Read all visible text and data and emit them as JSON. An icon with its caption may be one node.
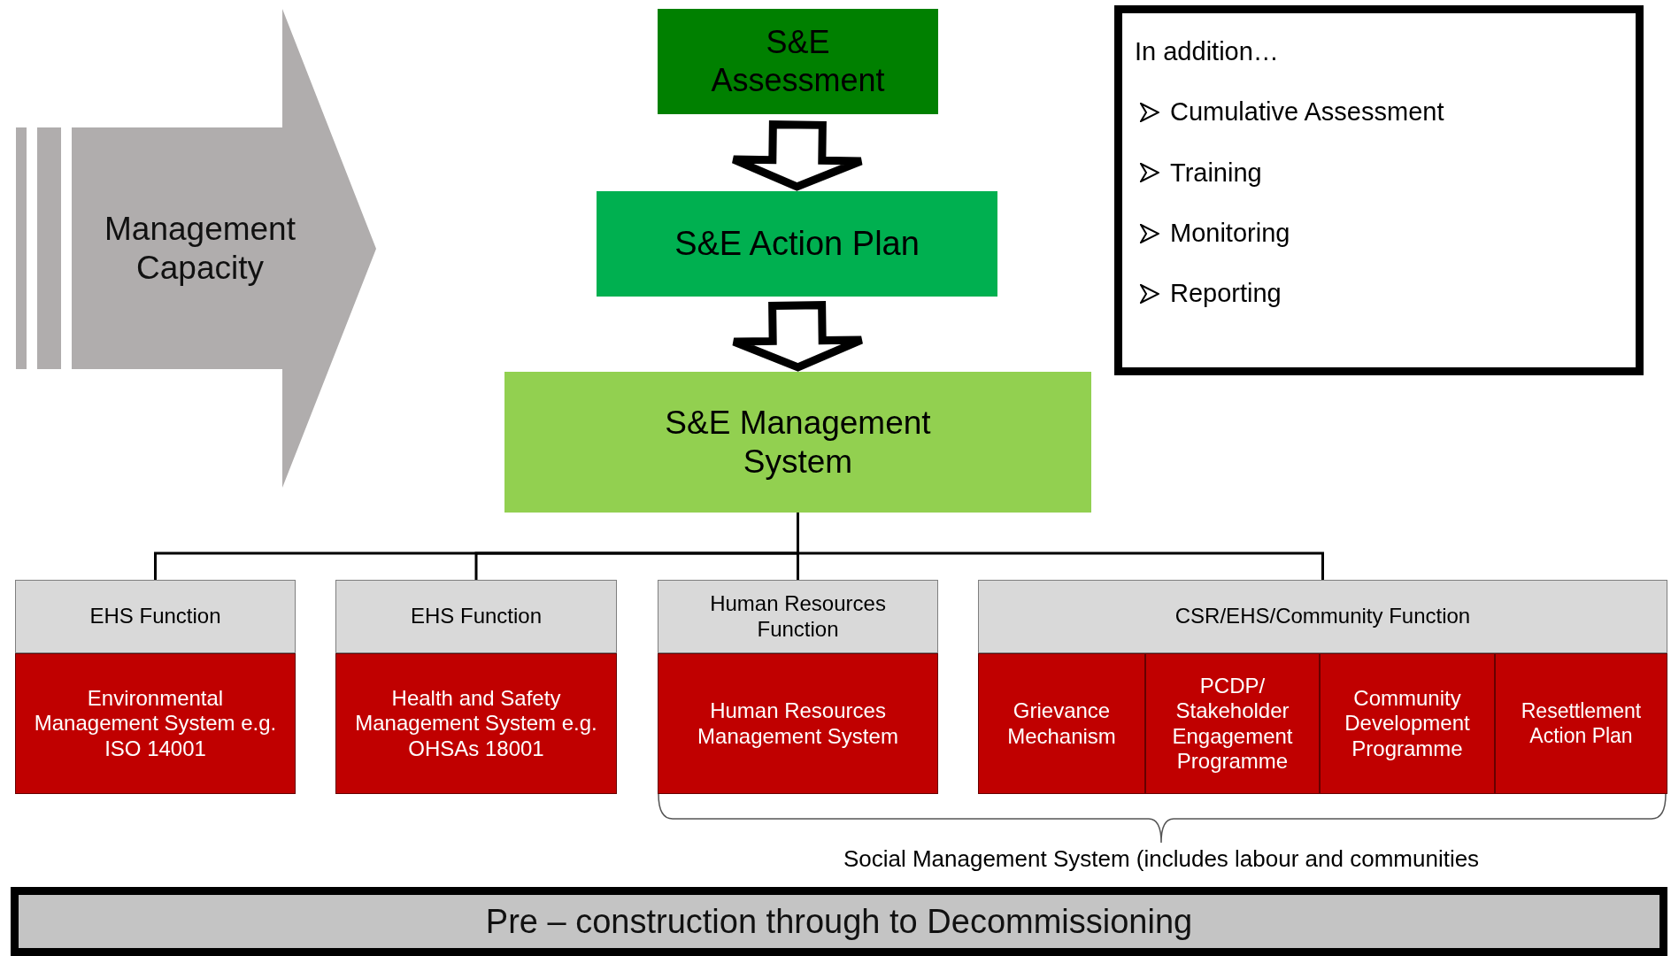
{
  "diagram": {
    "nodes": [
      {
        "text": [
          "Management Capacity"
        ]
      },
      {
        "text": [
          "S&E Assessment"
        ]
      },
      {
        "text": [
          "S&E Action Plan"
        ]
      },
      {
        "text": [
          "S&E Management System"
        ]
      },
      {
        "text": [
          "In addition…",
          "Cumulative Assessment",
          "Training",
          "Monitoring",
          "Reporting"
        ]
      },
      {
        "text": [
          "EHS Function"
        ]
      },
      {
        "text": [
          "Environmental Management System e.g. ISO 14001"
        ]
      },
      {
        "text": [
          "EHS Function"
        ]
      },
      {
        "text": [
          "Health and Safety Management System e.g. OHSAs 18001"
        ]
      },
      {
        "text": [
          "Human Resources Function"
        ]
      },
      {
        "text": [
          "Human Resources Management System"
        ]
      },
      {
        "text": [
          "CSR/EHS/Community Function"
        ]
      },
      {
        "text": [
          "Grievance Mechanism"
        ]
      },
      {
        "text": [
          "PCDP/ Stakeholder Engagement Programme"
        ]
      },
      {
        "text": [
          "Community Development Programme"
        ]
      },
      {
        "text": [
          "Resettlement Action Plan"
        ]
      },
      {
        "text": [
          "Pre – construction through to Decommissioning"
        ]
      }
    ],
    "edges": [
      {
        "from": 1,
        "to": 2,
        "arrow": "to"
      },
      {
        "from": 2,
        "to": 3,
        "arrow": "to"
      },
      {
        "from": 3,
        "to": 5,
        "arrow": "none"
      },
      {
        "from": 3,
        "to": 7,
        "arrow": "none"
      },
      {
        "from": 3,
        "to": 9,
        "arrow": "none"
      },
      {
        "from": 3,
        "to": 11,
        "arrow": "none"
      }
    ],
    "labels": [
      "Social Management System (includes labour and communities"
    ]
  }
}
